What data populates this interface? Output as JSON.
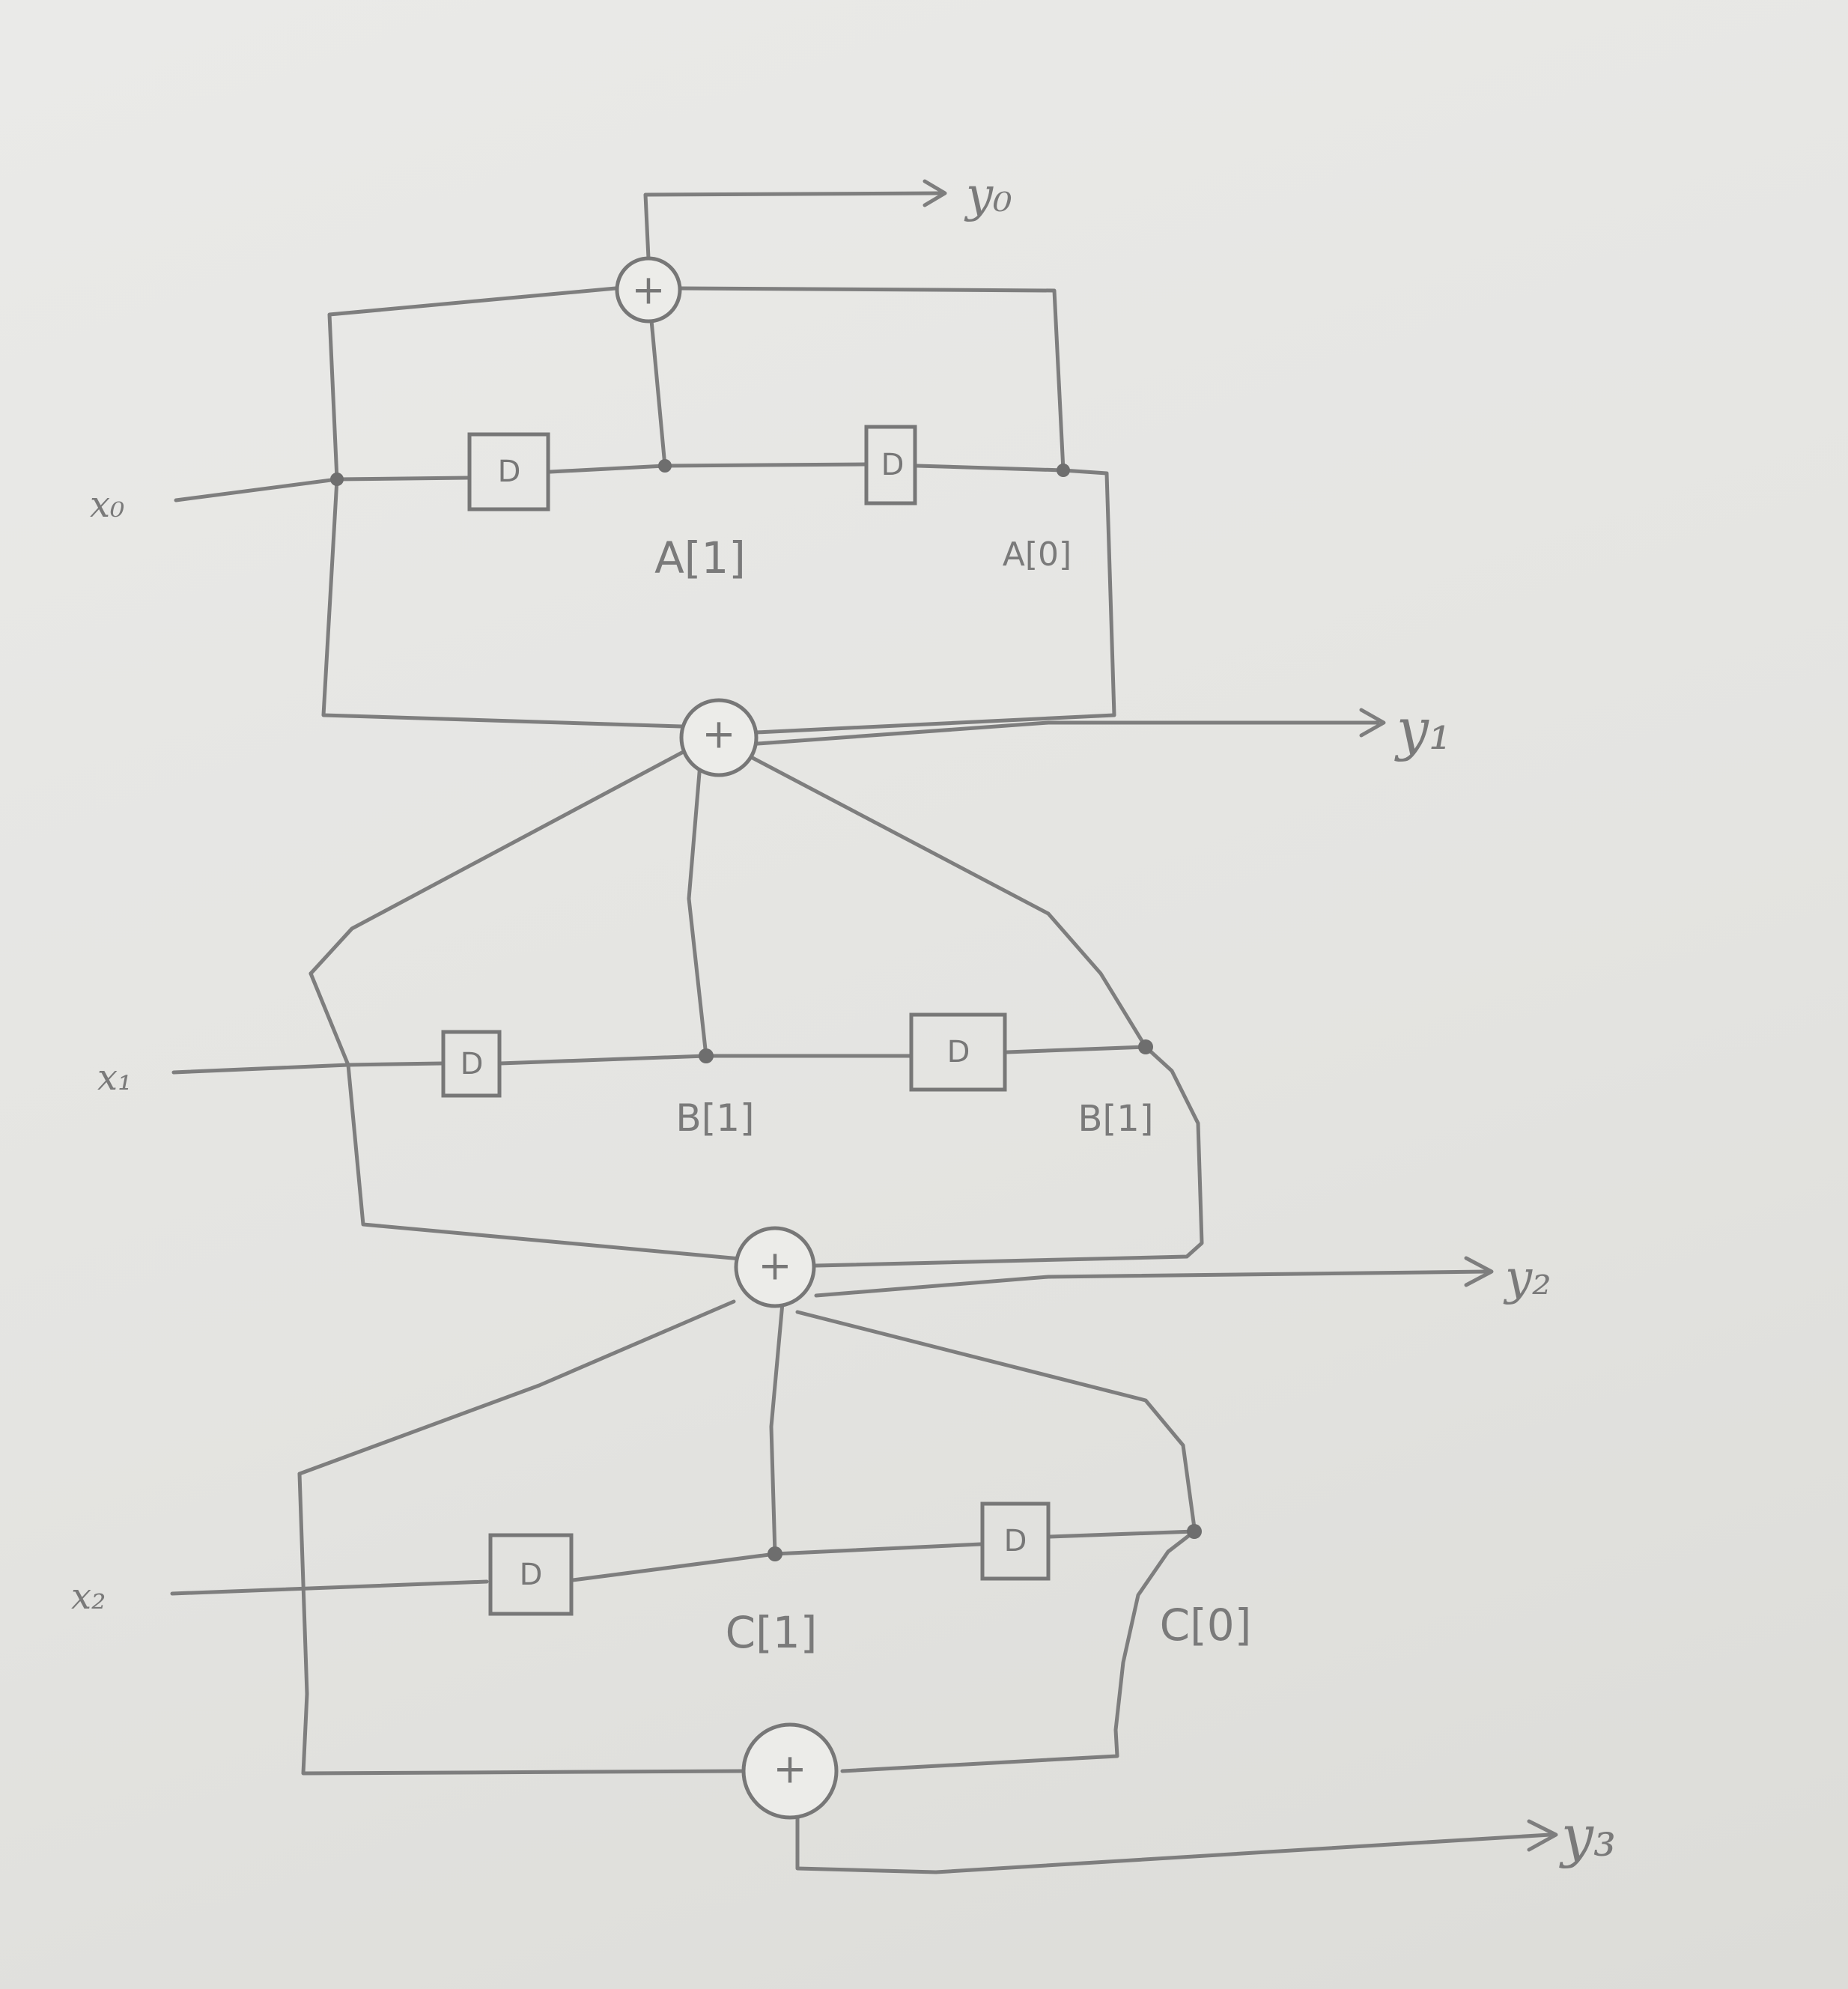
{
  "inputs": {
    "x0": "x₀",
    "x1": "x₁",
    "x2": "x₂"
  },
  "outputs": {
    "y0": "y₀",
    "y1": "y₁",
    "y2": "y₂",
    "y3": "y₃"
  },
  "registers": {
    "delay": "D",
    "adder": "+"
  },
  "nodes": {
    "a1": "A[1]",
    "a0": "A[0]",
    "b1": "B[1]",
    "b0": "B[1]",
    "c1": "C[1]",
    "c0": "C[0]"
  }
}
